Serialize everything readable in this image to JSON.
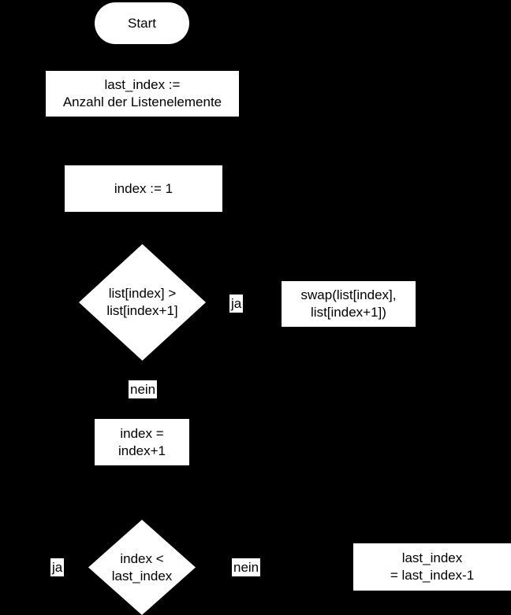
{
  "diagram": {
    "type": "flowchart",
    "language": "de",
    "colors": {
      "background": "#000000",
      "node_fill": "#ffffff",
      "node_text": "#000000",
      "edge_label_background": "#ffffff",
      "edge_label_text": "#000000"
    },
    "nodes": {
      "start": {
        "shape": "terminator",
        "text": "Start"
      },
      "set_last_index": {
        "shape": "process",
        "text": "last_index :=\nAnzahl der Listenelemente"
      },
      "set_index": {
        "shape": "process",
        "text": "index := 1"
      },
      "compare_decision": {
        "shape": "decision",
        "text": "list[index] >\nlist[index+1]"
      },
      "swap_process": {
        "shape": "process",
        "text": "swap(list[index],\nlist[index+1])"
      },
      "increment_index": {
        "shape": "process",
        "text": "index =\nindex+1"
      },
      "loop_decision": {
        "shape": "decision",
        "text": "index <\nlast_index"
      },
      "decrement_last_index": {
        "shape": "process",
        "text": "last_index\n= last_index-1"
      }
    },
    "edge_labels": {
      "compare_yes": "ja",
      "compare_no": "nein",
      "loop_yes": "ja",
      "loop_no": "nein"
    }
  }
}
